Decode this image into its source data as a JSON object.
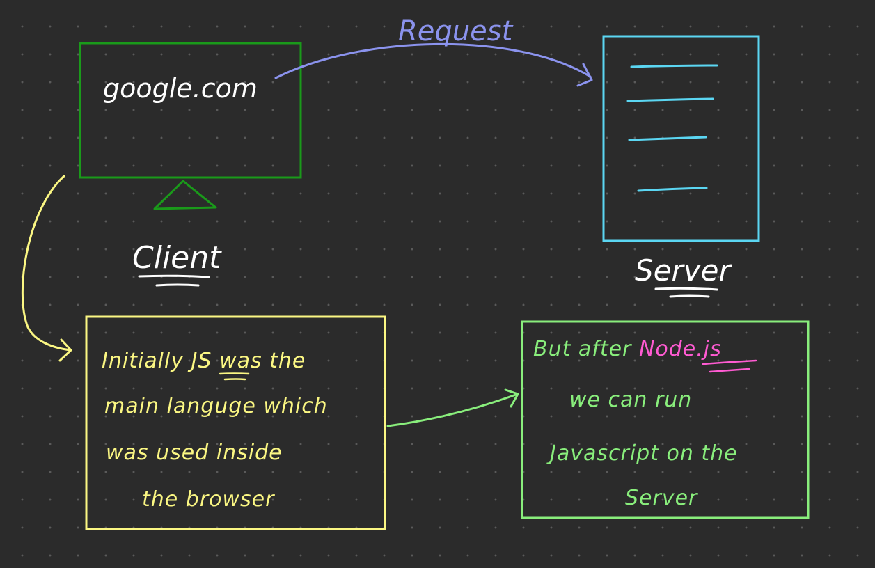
{
  "colors": {
    "background": "#2b2b2b",
    "client": "#1a9a1a",
    "server": "#5bd6f2",
    "request": "#8b93ee",
    "note_yellow": "#fbf783",
    "note_green": "#89ee7c",
    "highlight_pink": "#ff5bd2",
    "white_text": "#ffffff"
  },
  "client": {
    "url": "google.com",
    "label": "Client"
  },
  "server": {
    "label": "Server"
  },
  "request": {
    "label": "Request"
  },
  "note_left": {
    "line1_a": "Initially ",
    "line1_b": "JS",
    "line1_c": " was the",
    "line2": "main languge which",
    "line3": "was used inside",
    "line4": "the browser"
  },
  "note_right": {
    "line1_a": "But after ",
    "line1_b": "Node.js",
    "line2": "we can run",
    "line3": "Javascript on the",
    "line4": "Server"
  }
}
